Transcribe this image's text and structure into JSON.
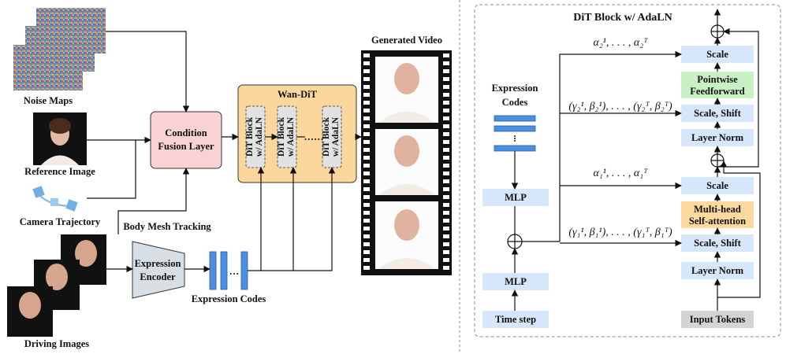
{
  "colors": {
    "condition_box": "#f9d3d3",
    "wan_box": "#fbd79d",
    "encoder": "#d7dee4",
    "code_bar": "#4b8fe0",
    "scale_box": "#d6e6fb",
    "ffn_box": "#c9f0c4",
    "attn_box": "#fbd99f",
    "input_box": "#d4d4d4",
    "line": "#111111"
  },
  "left": {
    "noise_maps": "Noise Maps",
    "reference_image": "Reference Image",
    "camera_trajectory": "Camera Trajectory",
    "driving_images": "Driving Images",
    "body_mesh_tracking": "Body Mesh Tracking",
    "condition_fusion": [
      "Condition",
      "Fusion Layer"
    ],
    "expression_encoder": [
      "Expression",
      "Encoder"
    ],
    "expression_codes": "Expression Codes",
    "wan_dit": "Wan-DiT",
    "dit_block_line1": "DiT Block",
    "dit_block_line2": "w/ AdaLN",
    "ellipsis": "……",
    "codes_ellipsis": "…",
    "generated_video": "Generated Video"
  },
  "right": {
    "title": "DiT Block w/ AdaLN",
    "expression_codes": [
      "Expression",
      "Codes"
    ],
    "mlp": "MLP",
    "time_step": "Time step",
    "input_tokens": "Input Tokens",
    "layer_norm": "Layer Norm",
    "scale_shift": "Scale, Shift",
    "scale": "Scale",
    "ffn": [
      "Pointwise",
      "Feedforward"
    ],
    "attn": [
      "Multi-head",
      "Self-attention"
    ],
    "alpha2": "α₂¹, . . . , α₂ᵀ",
    "gamma2": "(γ₂¹, β₂¹), . . . , (γ₂ᵀ, β₂ᵀ)",
    "alpha1": "α₁¹, . . . , α₁ᵀ",
    "gamma1": "(γ₁¹, β₁¹), . . . , (γ₁ᵀ, β₁ᵀ)"
  }
}
